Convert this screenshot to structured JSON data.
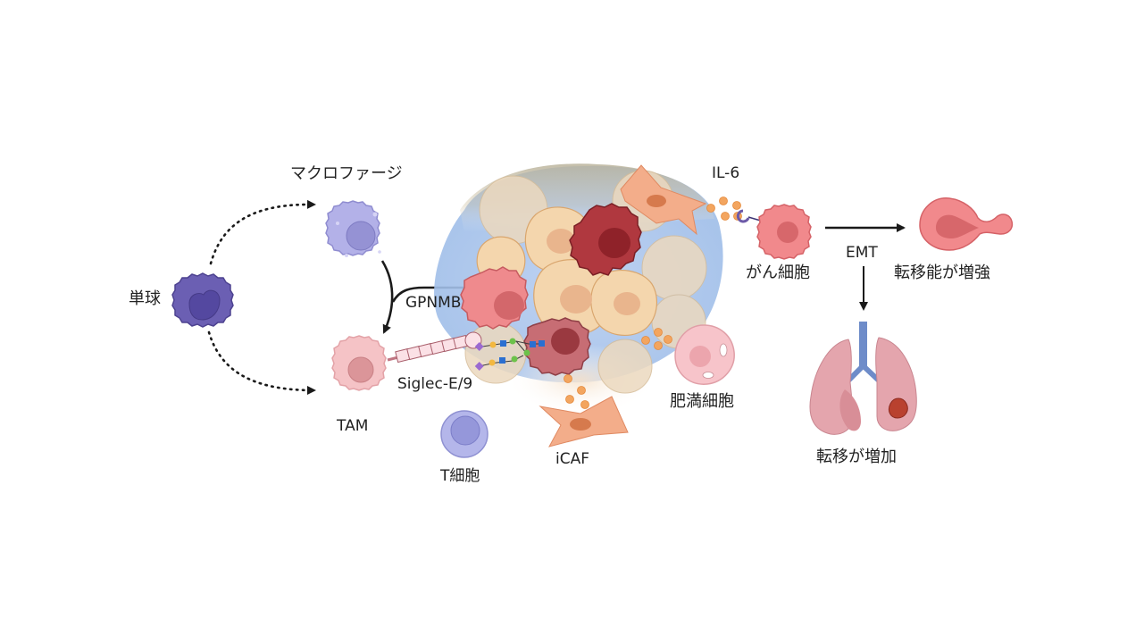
{
  "diagram": {
    "type": "biological-pathway",
    "labels": {
      "monocyte": "単球",
      "macrophage": "マクロファージ",
      "tam": "TAM",
      "gpnmb": "GPNMB",
      "siglec": "Siglec-E/9",
      "t_cell": "T細胞",
      "icaf": "iCAF",
      "mast_cell": "肥満細胞",
      "il6": "IL-6",
      "cancer_cell": "がん細胞",
      "emt": "EMT",
      "enhanced_metastatic": "転移能が増強",
      "increased_metastasis": "転移が増加"
    },
    "nodes": [
      {
        "id": "monocyte",
        "label": "単球",
        "color": "#5b4fa0"
      },
      {
        "id": "macrophage",
        "label": "マクロファージ",
        "color": "#a9a6e0"
      },
      {
        "id": "tam",
        "label": "TAM",
        "color": "#f2b9bd"
      },
      {
        "id": "t_cell",
        "label": "T細胞",
        "color": "#a3a6e0"
      },
      {
        "id": "tumor",
        "label": "",
        "color": "#f3d3a8"
      },
      {
        "id": "icaf",
        "label": "iCAF",
        "color": "#f2a67f"
      },
      {
        "id": "mast_cell",
        "label": "肥満細胞",
        "color": "#f4c0c6"
      },
      {
        "id": "cancer_cell",
        "label": "がん細胞",
        "color": "#f08a8c"
      },
      {
        "id": "metastatic_cell",
        "label": "転移能が増強",
        "color": "#f08a8c"
      },
      {
        "id": "lungs",
        "label": "転移が増加",
        "color": "#e8a5ae"
      }
    ],
    "edges": [
      {
        "from": "monocyte",
        "to": "macrophage",
        "style": "dotted"
      },
      {
        "from": "monocyte",
        "to": "tam",
        "style": "dotted"
      },
      {
        "from": "macrophage",
        "to": "tam",
        "style": "solid",
        "label": "GPNMB"
      },
      {
        "from": "cancer_cell",
        "to": "metastatic_cell",
        "style": "solid",
        "label": "EMT"
      },
      {
        "from": "cancer_cell",
        "to": "lungs",
        "style": "solid"
      }
    ],
    "colors": {
      "arrow": "#1a1a1a",
      "text": "#222222",
      "blue_halo": "#9ebde8",
      "tumor_cell": "#f3d3a8",
      "tumor_nucleus": "#e9b58d",
      "dark_cancer": "#a8333a",
      "cytokine_dot": "#f3a55f"
    }
  }
}
